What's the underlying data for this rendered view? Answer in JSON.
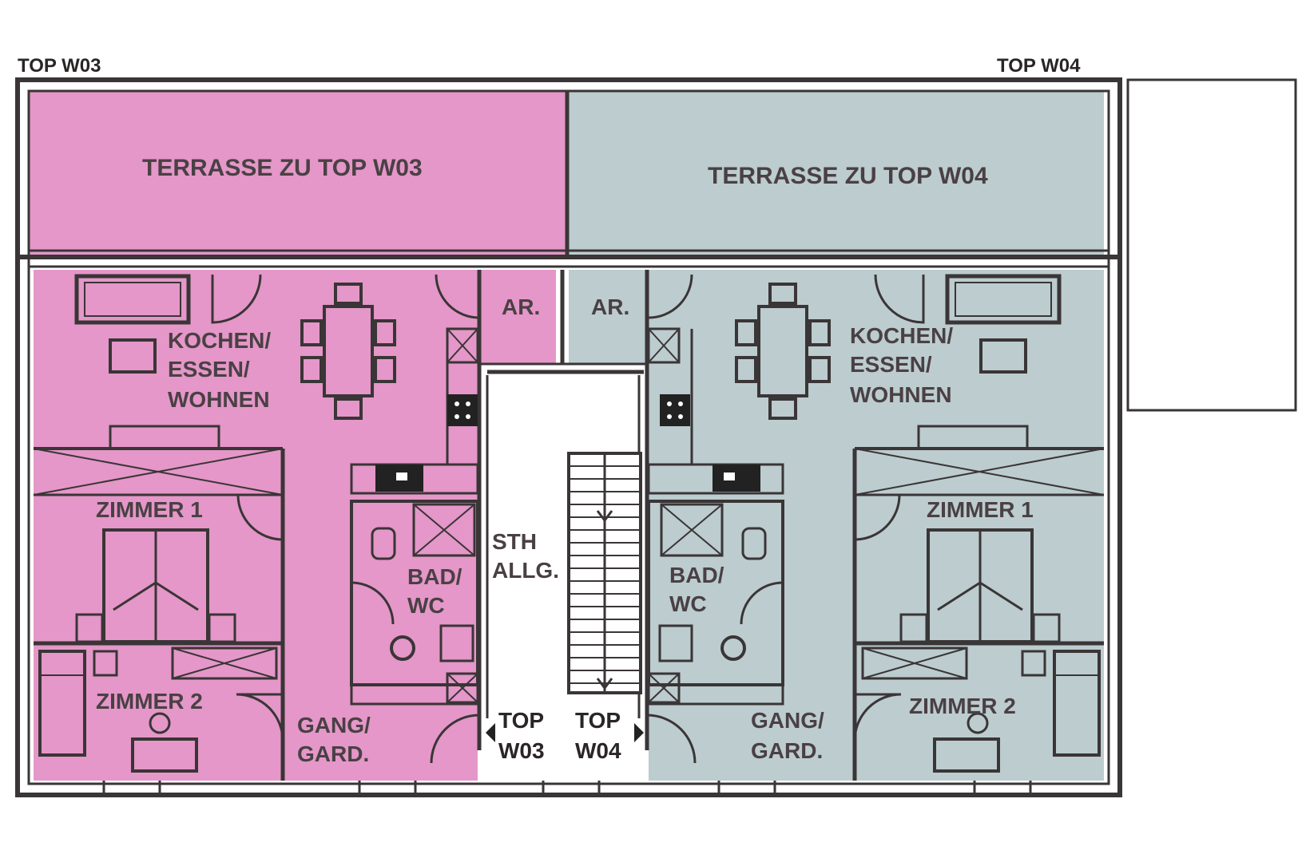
{
  "units": {
    "w03": {
      "label": "TOP W03",
      "color": "#e497c8"
    },
    "w04": {
      "label": "TOP W04",
      "color": "#bccccf"
    }
  },
  "terraces": {
    "w03": "TERRASSE ZU TOP W03",
    "w04": "TERRASSE ZU TOP W04"
  },
  "rooms": {
    "storage_w03": "AR.",
    "storage_w04": "AR.",
    "kitchen_w03": [
      "KOCHEN/",
      "ESSEN/",
      "WOHNEN"
    ],
    "kitchen_w04": [
      "KOCHEN/",
      "ESSEN/",
      "WOHNEN"
    ],
    "room1_w03": "ZIMMER 1",
    "room1_w04": "ZIMMER 1",
    "room2_w03": "ZIMMER 2",
    "room2_w04": "ZIMMER 2",
    "bath_w03": [
      "BAD/",
      "WC"
    ],
    "bath_w04": [
      "BAD/",
      "WC"
    ],
    "hall_w03": [
      "GANG/",
      "GARD."
    ],
    "hall_w04": [
      "GANG/",
      "GARD."
    ],
    "stairwell": [
      "STH",
      "ALLG."
    ],
    "entry_w03": [
      "TOP",
      "W03"
    ],
    "entry_w04": [
      "TOP",
      "W04"
    ]
  },
  "icons": [
    "door-swing-icon",
    "dining-table-icon",
    "bed-icon",
    "toilet-icon",
    "stove-icon",
    "stairs-icon",
    "entry-arrow-icon"
  ]
}
